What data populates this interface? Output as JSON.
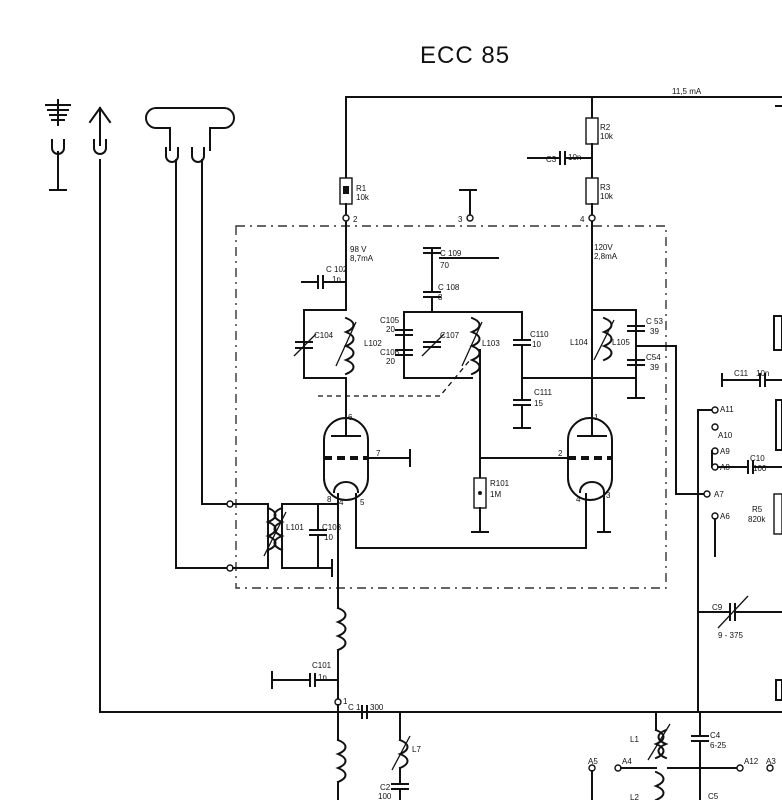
{
  "title": "ECC 85",
  "labels": {
    "current_top": "11,5 mA",
    "r1": "R1",
    "r1_val": "10k",
    "r2": "R2",
    "r2_val": "10k",
    "r3": "R3",
    "r3_val": "10k",
    "c3": "C3",
    "c3_val": "10n",
    "n2": "2",
    "n3": "3",
    "n4": "4",
    "v_left": "98 V",
    "i_left": "8,7mA",
    "v_right": "120V",
    "i_right": "2,8mA",
    "c102": "C 102",
    "c102_val": "1n",
    "c109": "C 109",
    "c109_val": "70",
    "c108": "C 108",
    "c108_val": "8",
    "c104": "C104",
    "l102": "L102",
    "c105": "C105",
    "c105_val": "20",
    "c106": "C106",
    "c106_val": "20",
    "c107": "C107",
    "l103": "L103",
    "c110": "C110",
    "c110_val": "10",
    "l104": "L104",
    "l105": "L105",
    "c53": "C 53",
    "c53_val": "39",
    "c54": "C54",
    "c54_val": "39",
    "c111": "C111",
    "c111_val": "15",
    "pin6": "6",
    "pin7": "7",
    "pin8": "8",
    "pin4a": "4",
    "pin5": "5",
    "pin1": "1",
    "pin2": "2",
    "pin4b": "4",
    "pin3": "3",
    "r101": "R101",
    "r101_val": "1M",
    "l101": "L101",
    "c103": "C103",
    "c103_val": "10",
    "c101": "C101",
    "c101_val": "1n",
    "n1": "1",
    "c1": "C 1",
    "c1_val": "300",
    "l7": "L7",
    "c2": "C2",
    "c2_val": "100",
    "c11": "C11",
    "c11_val": "10n",
    "a11": "A11",
    "a10": "A10",
    "a9": "A9",
    "a8": "A8",
    "a7": "A7",
    "a6": "A6",
    "c10": "C10",
    "c10_val": "100",
    "r5": "R5",
    "r5_val": "820k",
    "c9": "C9",
    "c9_val": "9 - 375",
    "l1": "L1",
    "c4": "C4",
    "c4_val": "6-25",
    "a5": "A5",
    "a4": "A4",
    "a12": "A12",
    "a3": "A3",
    "l2": "L2",
    "c5": "C5"
  }
}
